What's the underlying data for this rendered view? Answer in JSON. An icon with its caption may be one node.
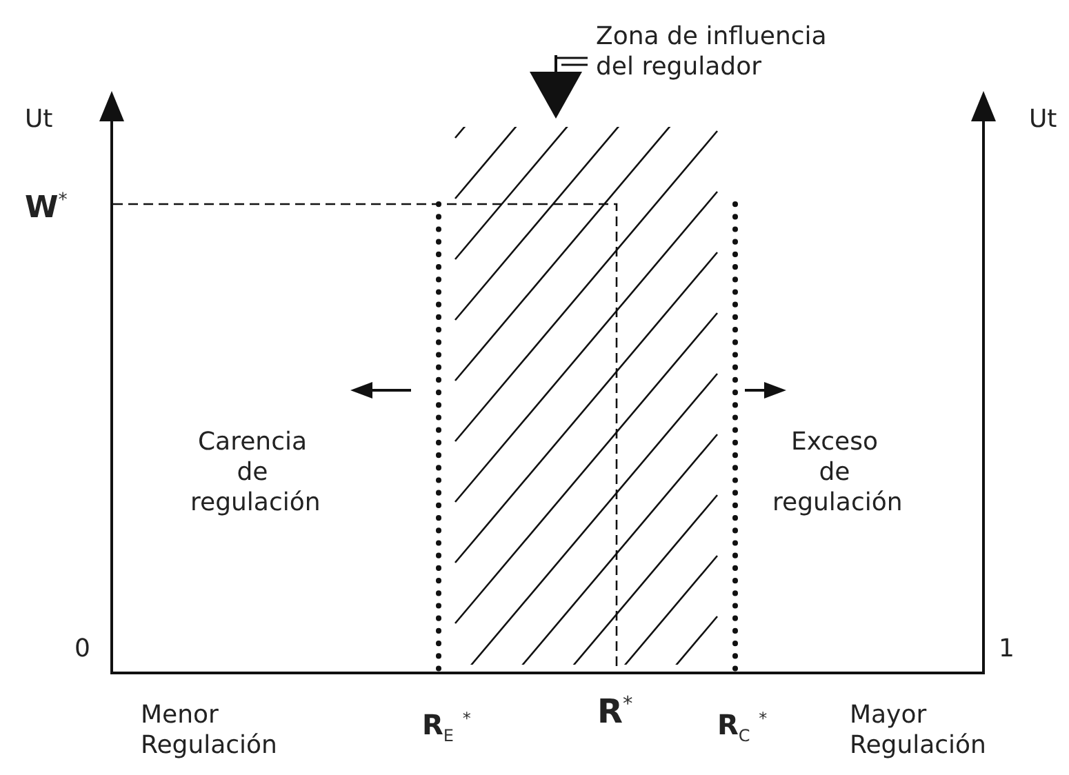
{
  "diagram": {
    "labels": [
      "Zona de influencia del regulador",
      "Ut",
      "Ut",
      "W$^{*}$",
      "Carencia de regulación",
      "Exceso de regulación",
      "0",
      "1",
      "Menor Regulación",
      "**R**$_{E}$ $^{*}$",
      "**R**$^{*}$",
      "**R**$_{C}$ $^{*}$",
      "Mayor Regulación"
    ]
  }
}
